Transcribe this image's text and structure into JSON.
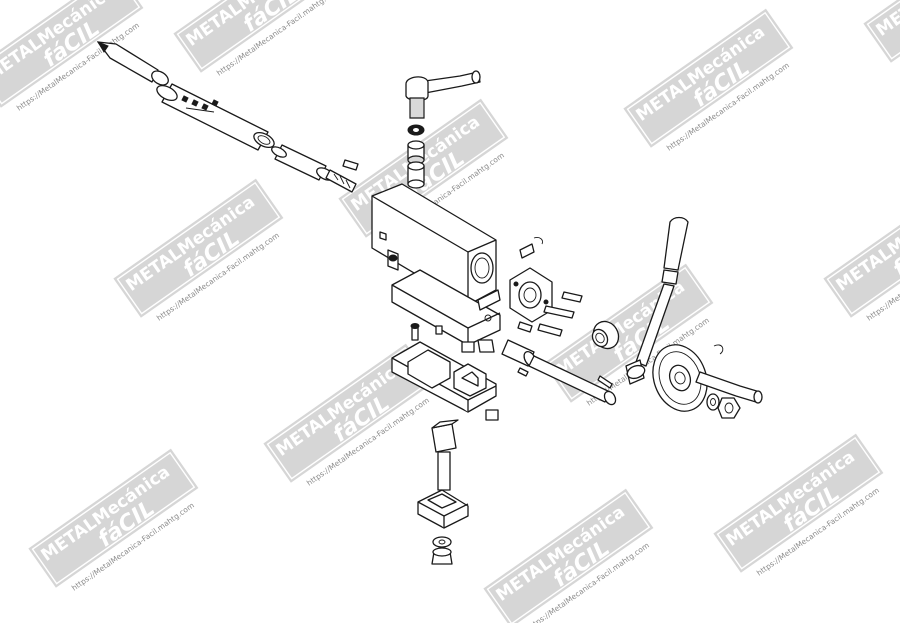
{
  "watermark": {
    "brand": "METALMecánica",
    "brand_sub": "fáCIL",
    "url": "https://MetalMecanica-Facil.mahtg.com"
  },
  "colors": {
    "line": "#1a1a1a",
    "watermark_fill": "#d6d6d6",
    "watermark_url": "#8c8c8c",
    "background": "#ffffff"
  },
  "parts": [
    "tailstock-center",
    "tailstock-quill",
    "quill-screw",
    "clamp-lever",
    "clamp-stack",
    "tailstock-body",
    "tailstock-base",
    "base-clamp-plate",
    "clamp-bolt",
    "bearing-flange",
    "hand-crank-lever",
    "handwheel",
    "handwheel-nut",
    "screw-bushing"
  ]
}
